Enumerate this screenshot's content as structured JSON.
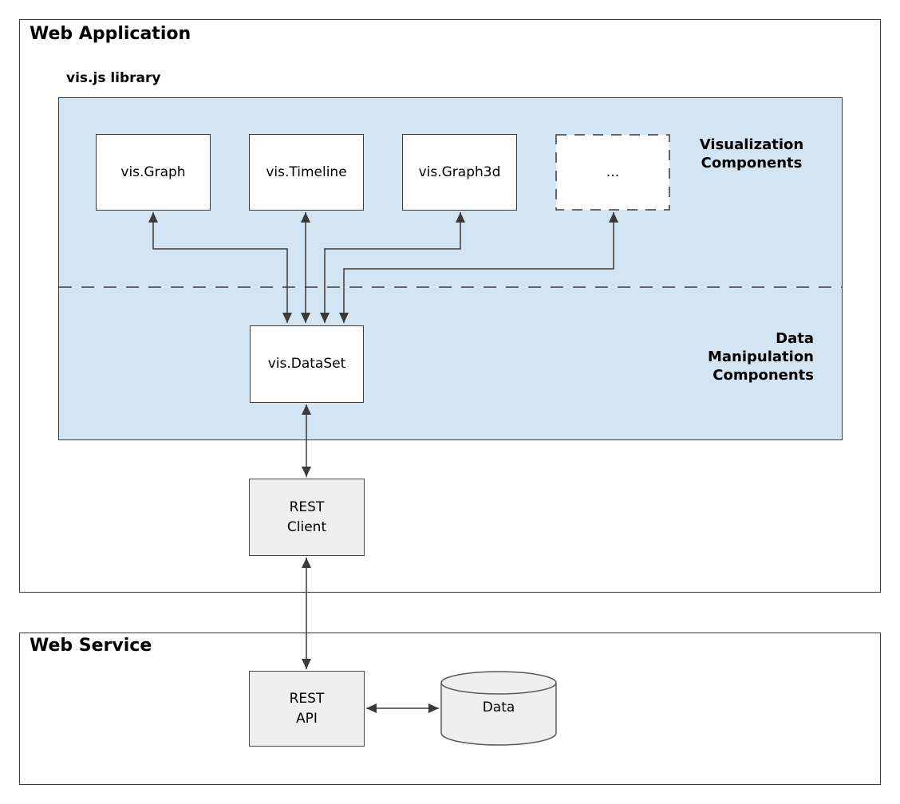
{
  "web_application": {
    "title": "Web Application",
    "vis_library": {
      "title": "vis.js library",
      "section_labels": {
        "visualization": "Visualization\nComponents",
        "data_manipulation": "Data\nManipulation\nComponents"
      },
      "visualization_boxes": [
        {
          "label": "vis.Graph"
        },
        {
          "label": "vis.Timeline"
        },
        {
          "label": "vis.Graph3d"
        },
        {
          "label": "..."
        }
      ],
      "dataset_box": {
        "label": "vis.DataSet"
      }
    },
    "rest_client_box": {
      "label": "REST\nClient"
    }
  },
  "web_service": {
    "title": "Web Service",
    "rest_api_box": {
      "label": "REST\nAPI"
    },
    "data_store": {
      "label": "Data"
    }
  },
  "colors": {
    "library_fill": "#d3e5f3",
    "node_fill_white": "#ffffff",
    "node_fill_gray": "#efefef",
    "stroke": "#3a3a3a",
    "cylinder_stroke": "#595959",
    "text": "#000000"
  }
}
